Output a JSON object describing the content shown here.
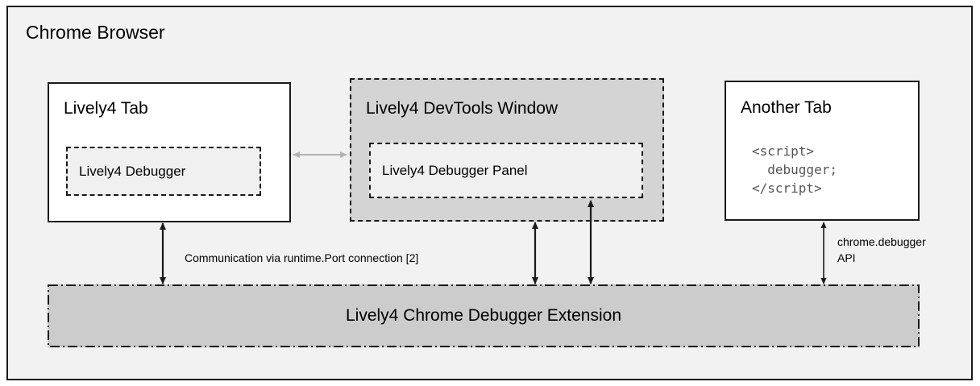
{
  "browser": {
    "title": "Chrome Browser"
  },
  "boxes": {
    "lively_tab": {
      "title": "Lively4 Tab",
      "inner_label": "Lively4 Debugger"
    },
    "devtools_window": {
      "title": "Lively4 DevTools Window",
      "inner_label": "Lively4 Debugger Panel"
    },
    "another_tab": {
      "title": "Another Tab",
      "code": "<script>\n  debugger;\n</script>"
    },
    "extension_bar": {
      "label": "Lively4 Chrome Debugger Extension"
    }
  },
  "connectors": {
    "port_connection_label": "Communication via runtime.Port connection [2]",
    "chrome_debugger_api_line1": "chrome.debugger",
    "chrome_debugger_api_line2": "API"
  },
  "colors": {
    "page_background": "#ffffff",
    "browser_background": "#f2f2f2",
    "box_white": "#ffffff",
    "box_gray": "#d4d4d4",
    "subbox_fill": "#f0f0f0",
    "extension_fill": "#cccccc",
    "stroke": "#1a1a1a",
    "gray_arrow": "#b3b3b3",
    "code_text": "#555555"
  }
}
